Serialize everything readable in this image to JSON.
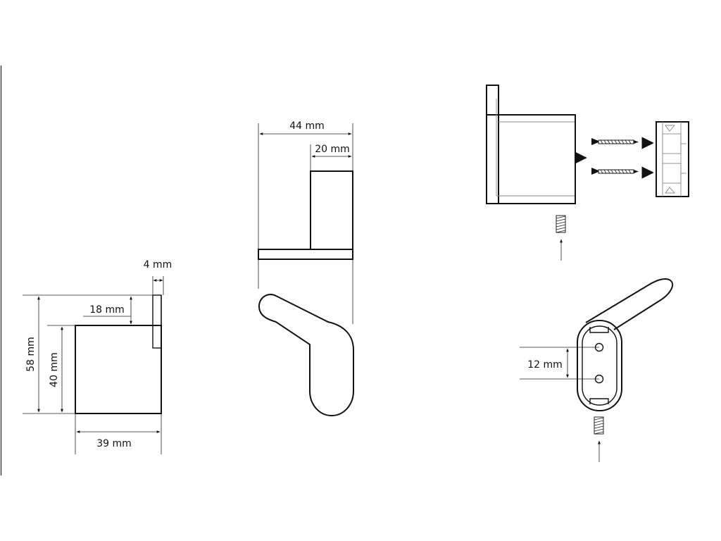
{
  "diagram": {
    "front_view": {
      "height_total": "58 mm",
      "height_body": "40 mm",
      "width": "39 mm",
      "top_offset": "18 mm",
      "thickness": "4 mm"
    },
    "side_view": {
      "depth_total": "44 mm",
      "depth_arm": "20 mm"
    },
    "mounting_view": {
      "hole_spacing": "12 mm"
    }
  }
}
